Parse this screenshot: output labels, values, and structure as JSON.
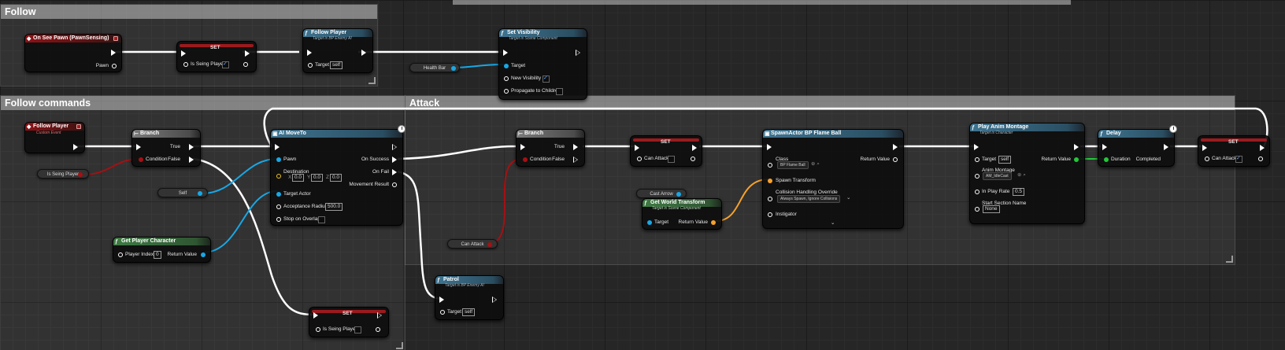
{
  "comments": {
    "follow": "Follow",
    "follow_commands": "Follow commands",
    "attack": "Attack"
  },
  "nodes": {
    "on_see_pawn": {
      "title": "On See Pawn (PawnSensing)",
      "pawn": "Pawn"
    },
    "set1": {
      "title": "SET",
      "var": "Is Seing Player",
      "checked": true
    },
    "follow_player_fn": {
      "title": "Follow Player",
      "subtitle": "Target is BP Enemy AI",
      "target": "Target",
      "target_val": "self"
    },
    "set_visibility": {
      "title": "Set Visibility",
      "subtitle": "Target is Scene Component",
      "target": "Target",
      "new_visibility": "New Visibility",
      "propagate": "Propagate to Children"
    },
    "health_bar": "Health Bar",
    "follow_player_event": {
      "title": "Follow Player",
      "subtitle": "Custom Event"
    },
    "branch1": {
      "title": "Branch",
      "condition": "Condition",
      "true": "True",
      "false": "False"
    },
    "is_seing_player_var": "Is Seing Player",
    "self_var": "Self",
    "get_player_character": {
      "title": "Get Player Character",
      "player_index": "Player Index",
      "player_index_val": "0",
      "return_value": "Return Value"
    },
    "ai_move_to": {
      "title": "AI MoveTo",
      "pawn": "Pawn",
      "destination": "Destination",
      "x_label": "X",
      "x_val": "0.0",
      "y_label": "Y",
      "y_val": "0.0",
      "z_label": "Z",
      "z_val": "0.0",
      "target_actor": "Target Actor",
      "acceptance_radius": "Acceptance Radius",
      "acceptance_radius_val": "500.0",
      "stop_on_overlap": "Stop on Overlap",
      "on_success": "On Success",
      "on_fail": "On Fail",
      "movement_result": "Movement Result"
    },
    "set2": {
      "title": "SET",
      "var": "Is Seing Player"
    },
    "branch2": {
      "title": "Branch",
      "condition": "Condition",
      "true": "True",
      "false": "False"
    },
    "can_attack_var": "Can Attack",
    "set3": {
      "title": "SET",
      "var": "Can Attack"
    },
    "cast_arrow_var": "Cast Arrow",
    "get_world_transform": {
      "title": "Get World Transform",
      "subtitle": "Target is Scene Component",
      "target": "Target",
      "return_value": "Return Value"
    },
    "spawn_actor": {
      "title": "SpawnActor BP Flame Ball",
      "class": "Class",
      "class_val": "BP Flame Ball",
      "spawn_transform": "Spawn Transform",
      "collision": "Collision Handling Override",
      "collision_val": "Always Spawn, Ignore Collisions",
      "instigator": "Instigator",
      "return_value": "Return Value"
    },
    "play_anim_montage": {
      "title": "Play Anim Montage",
      "subtitle": "Target is Character",
      "target": "Target",
      "target_val": "self",
      "anim_montage": "Anim Montage",
      "anim_montage_val": "AM_IdleCast",
      "in_play_rate": "In Play Rate",
      "in_play_rate_val": "0.5",
      "start_section": "Start Section Name",
      "start_section_val": "None",
      "return_value": "Return Value"
    },
    "delay": {
      "title": "Delay",
      "duration": "Duration",
      "completed": "Completed"
    },
    "set4": {
      "title": "SET",
      "var": "Can Attack",
      "checked": true
    },
    "patrol": {
      "title": "Patrol",
      "subtitle": "Target is BP Enemy AI",
      "target": "Target",
      "target_val": "self"
    }
  },
  "colors": {
    "exec": "#ffffff",
    "object_pin": "#18a8e6",
    "bool_pin": "#a61013",
    "float_pin": "#23c83a",
    "transform_pin": "#f7a12c",
    "event_header": "#8e1216",
    "function_header": "#3f7490"
  }
}
